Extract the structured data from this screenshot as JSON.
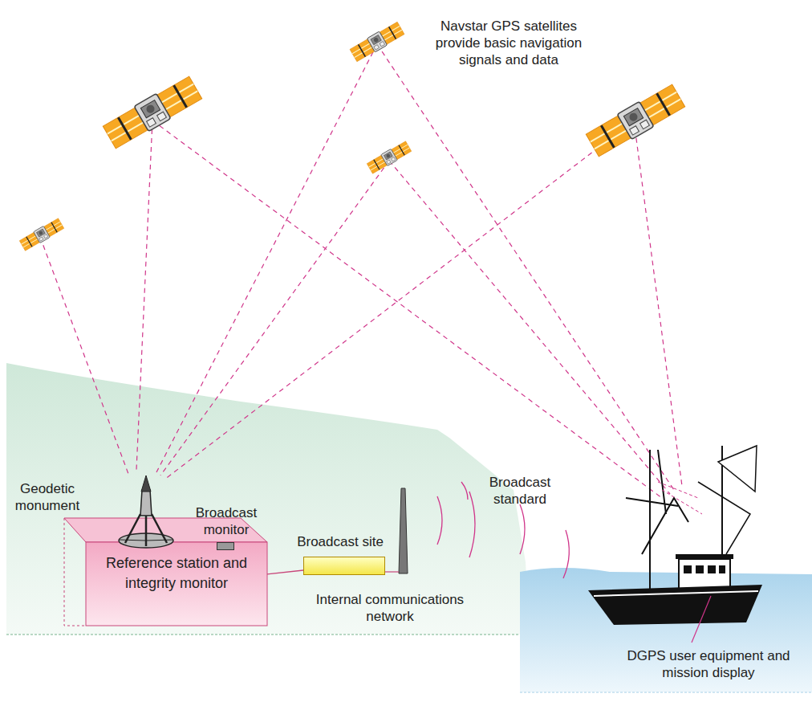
{
  "diagram": {
    "nodes": [
      {
        "text": [
          "Broadcast monitor"
        ]
      },
      {
        "text": [
          "Broadcast site"
        ]
      },
      {
        "text": [
          "Reference station and integrity monitor"
        ]
      }
    ],
    "edges": [
      {
        "from": 2,
        "to": 1,
        "arrow": "none",
        "label": "Internal communications network"
      }
    ],
    "labels": [
      "Navstar GPS satellites provide basic navigation signals and data",
      "Geodetic monument",
      "Broadcast standard",
      "DGPS user equipment and mission display"
    ]
  }
}
